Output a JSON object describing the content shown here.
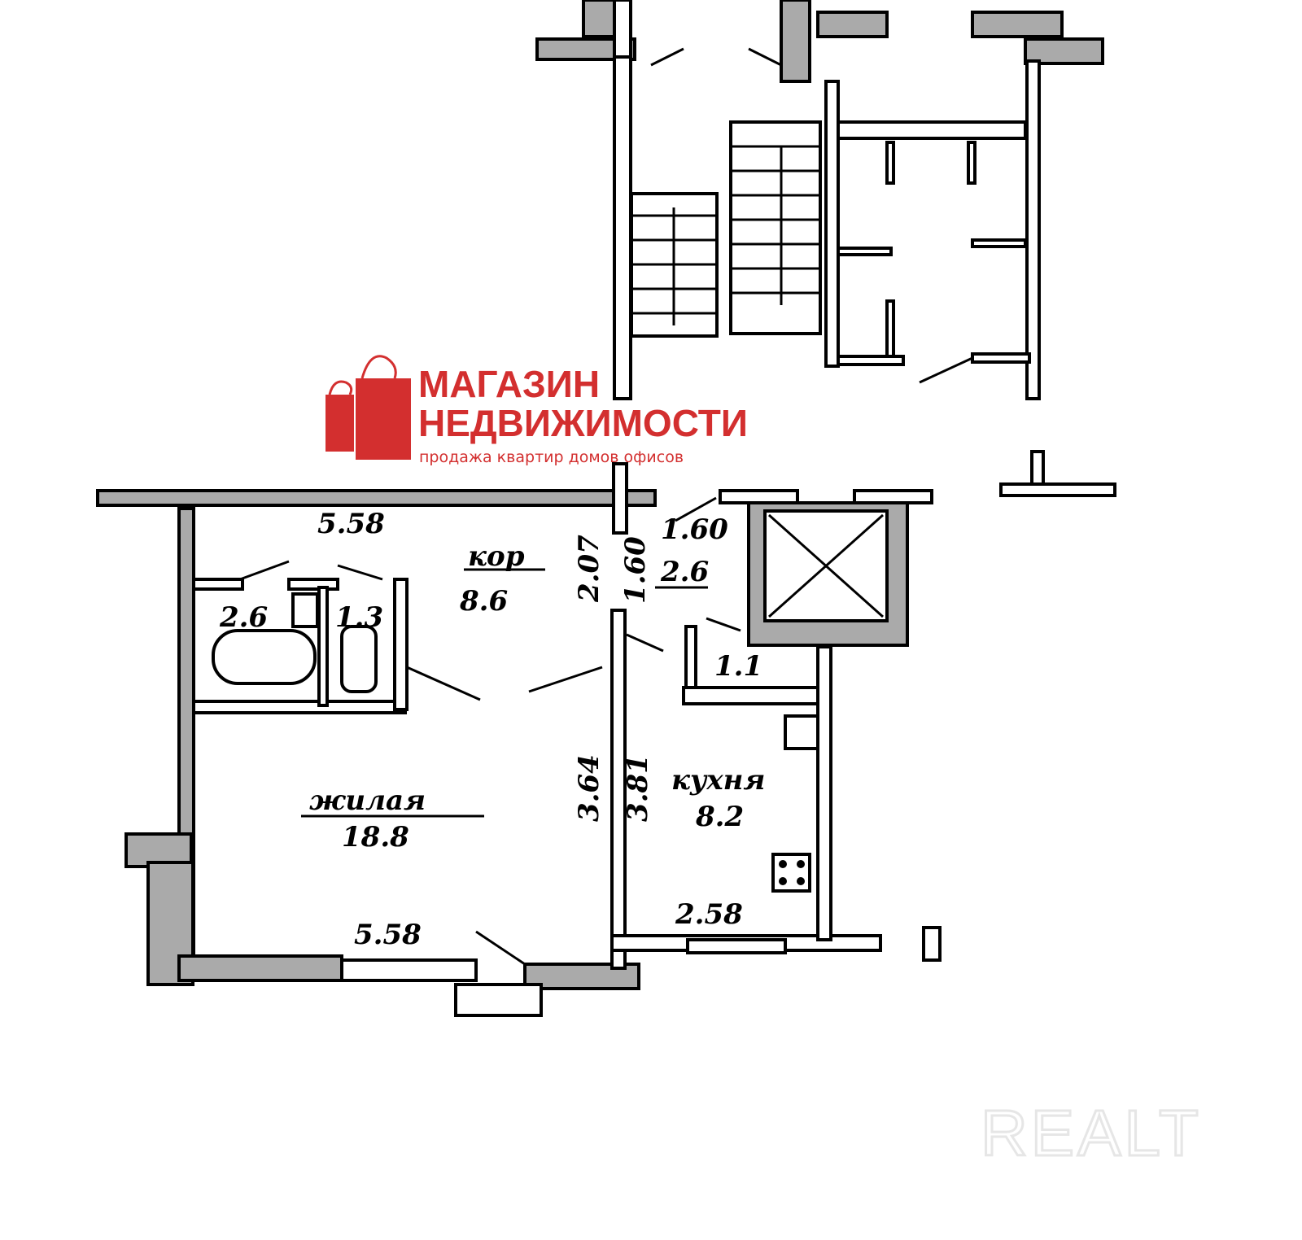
{
  "logo": {
    "line1": "МАГАЗИН",
    "line2": "НЕДВИЖИМОСТИ",
    "tagline": "продажа квартир домов офисов",
    "color": "#d32f2f"
  },
  "watermark": "REALT",
  "rooms": {
    "corridor": {
      "label": "кор",
      "area": "8.6"
    },
    "hall": {
      "area": "2.6"
    },
    "bath": {
      "area": "2.6"
    },
    "wc": {
      "area": "1.3"
    },
    "closet": {
      "area": "1.1"
    },
    "living": {
      "label": "жилая",
      "area": "18.8"
    },
    "kitchen": {
      "label": "кухня",
      "area": "8.2"
    }
  },
  "dimensions": {
    "top_width": "5.58",
    "bottom_width": "5.58",
    "corridor_height": "2.07",
    "hall_height": "1.60",
    "hall_width": "1.60",
    "living_height": "3.64",
    "kitchen_height": "3.81",
    "kitchen_width": "2.58"
  }
}
